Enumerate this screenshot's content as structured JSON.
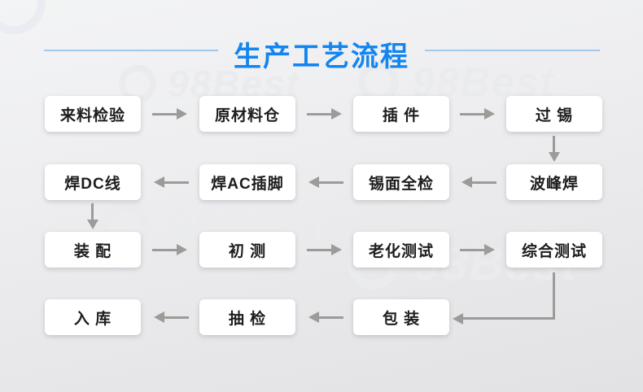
{
  "title": "生产工艺流程",
  "watermark_text": "98Best",
  "colors": {
    "title_blue": "#1285f0",
    "divider_blue": "#a3c8ee",
    "arrow_gray": "#9b9b99",
    "box_bg": "#ffffff",
    "box_text": "#1d1d1f",
    "background_top": "#f3f4f5",
    "background_bottom": "#e2e2e4",
    "watermark_gray": "#eaebed"
  },
  "flow": {
    "rows": [
      {
        "boxes": [
          "来料检验",
          "原材料仓",
          "插 件",
          "过 锡"
        ]
      },
      {
        "boxes": [
          "焊DC线",
          "焊AC插脚",
          "锡面全检",
          "波峰焊"
        ]
      },
      {
        "boxes": [
          "装 配",
          "初 测",
          "老化测试",
          "综合测试"
        ]
      },
      {
        "boxes": [
          "入 库",
          "抽 检",
          "包 装"
        ]
      }
    ],
    "sequence": [
      "来料检验",
      "原材料仓",
      "插件",
      "过锡",
      "波峰焊",
      "锡面全检",
      "焊AC插脚",
      "焊DC线",
      "装配",
      "初测",
      "老化测试",
      "综合测试",
      "包装",
      "抽检",
      "入库"
    ]
  }
}
